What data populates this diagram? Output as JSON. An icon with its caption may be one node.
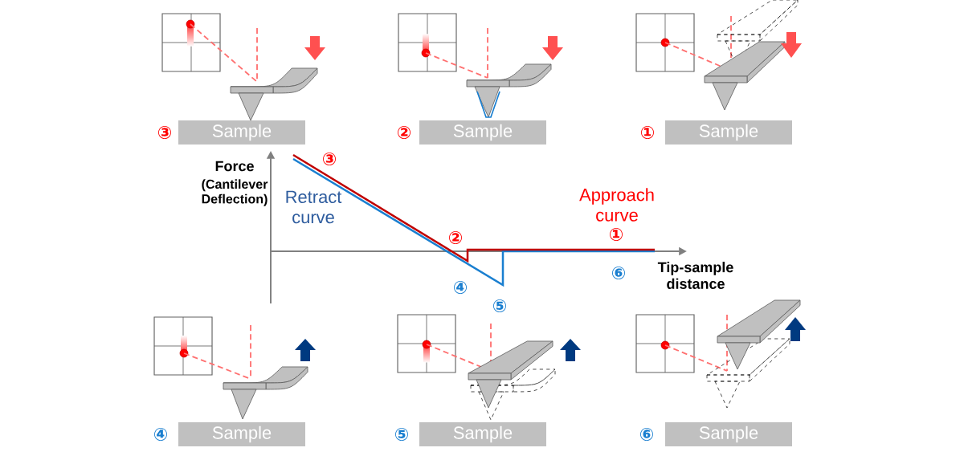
{
  "diagram": {
    "nodes": [
      {
        "text": [
          "Sample"
        ],
        "beside": [
          "③"
        ]
      },
      {
        "text": [
          "Sample"
        ],
        "beside": [
          "②"
        ]
      },
      {
        "text": [
          "Sample"
        ],
        "beside": [
          "①"
        ]
      },
      {
        "text": [
          "Sample"
        ],
        "beside": [
          "④"
        ]
      },
      {
        "text": [
          "Sample"
        ],
        "beside": [
          "⑤"
        ]
      },
      {
        "text": [
          "Sample"
        ],
        "beside": [
          "⑥"
        ]
      }
    ],
    "labels": [
      "③",
      "Force",
      "(Cantilever Deflection)",
      "Approach curve",
      "Retract curve",
      "①",
      "②",
      "⑥",
      "Tip-sample distance",
      "④",
      "⑤"
    ]
  }
}
